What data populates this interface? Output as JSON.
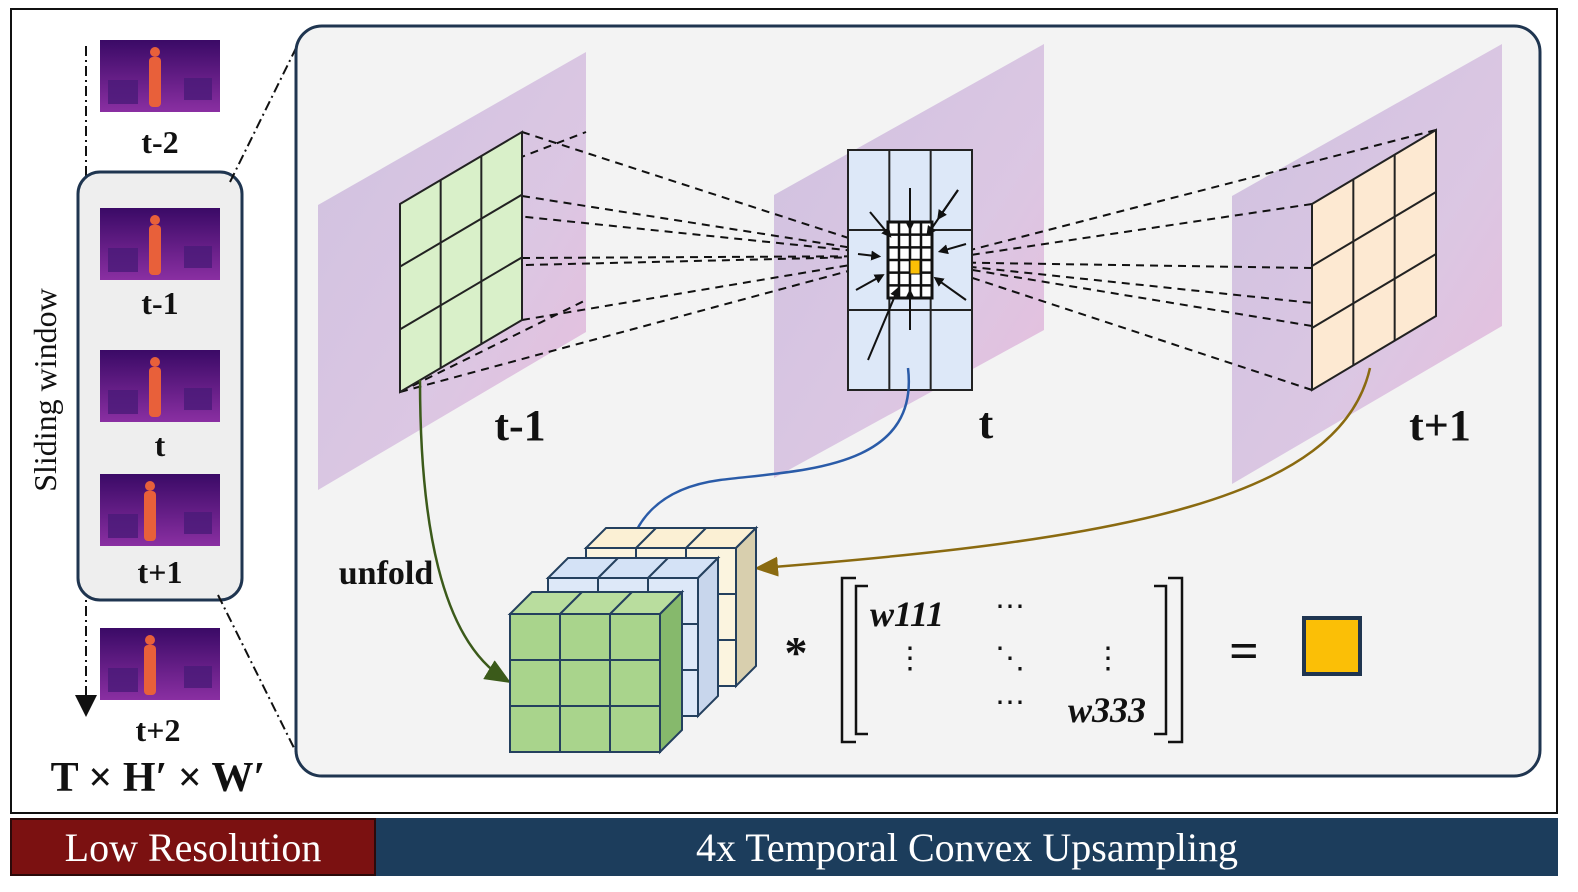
{
  "left_panel": {
    "axis_label": "Sliding window",
    "frames": [
      "t-2",
      "t-1",
      "t",
      "t+1",
      "t+2"
    ],
    "dims": "T × H′ × W′"
  },
  "main_panel": {
    "frame_labels": [
      "t-1",
      "t",
      "t+1"
    ],
    "unfold_label": "unfold",
    "multiply_symbol": "*",
    "matrix": {
      "top_left": "w111",
      "bottom_right": "w333",
      "hdots": "⋯",
      "vdots": "⋮",
      "ddots": "⋱"
    },
    "equals_symbol": "="
  },
  "footer": {
    "left_label": "Low Resolution",
    "right_label": "4x Temporal Convex Upsampling",
    "left_color": "#7b1111",
    "right_color": "#1c3d5c"
  },
  "colors": {
    "green_cell": "#d9f0c9",
    "blue_cell": "#dde8f8",
    "peach_cell": "#fde9d2",
    "result_square": "#fbbf06",
    "panel_bg": "#f3f3f3",
    "panel_border": "#1f3550"
  }
}
